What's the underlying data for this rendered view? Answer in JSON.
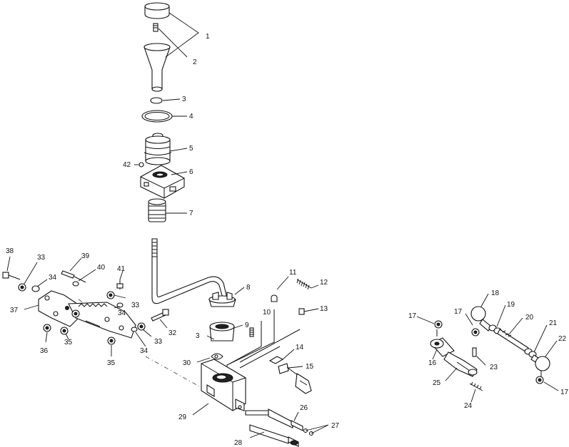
{
  "callouts": {
    "c1": "1",
    "c2": "2",
    "c3": "3",
    "c4": "4",
    "c5": "5",
    "c6": "6",
    "c7": "7",
    "c8": "8",
    "c9": "9",
    "c3b": "3",
    "c10": "10",
    "c11": "11",
    "c12": "12",
    "c13": "13",
    "c14": "14",
    "c15": "15",
    "c16": "16",
    "c17a": "17",
    "c17b": "17",
    "c17c": "17",
    "c18": "18",
    "c19": "19",
    "c20": "20",
    "c21": "21",
    "c22": "22",
    "c23": "23",
    "c24": "24",
    "c25": "25",
    "c26": "26",
    "c27": "27",
    "c28": "28",
    "c29": "29",
    "c30": "30",
    "c32": "32",
    "c33a": "33",
    "c33b": "33",
    "c33c": "33",
    "c34a": "34",
    "c34b": "34",
    "c34c": "34",
    "c35a": "35",
    "c35b": "35",
    "c36": "36",
    "c37": "37",
    "c38": "38",
    "c39": "39",
    "c40": "40",
    "c41": "41",
    "c42": "42"
  }
}
